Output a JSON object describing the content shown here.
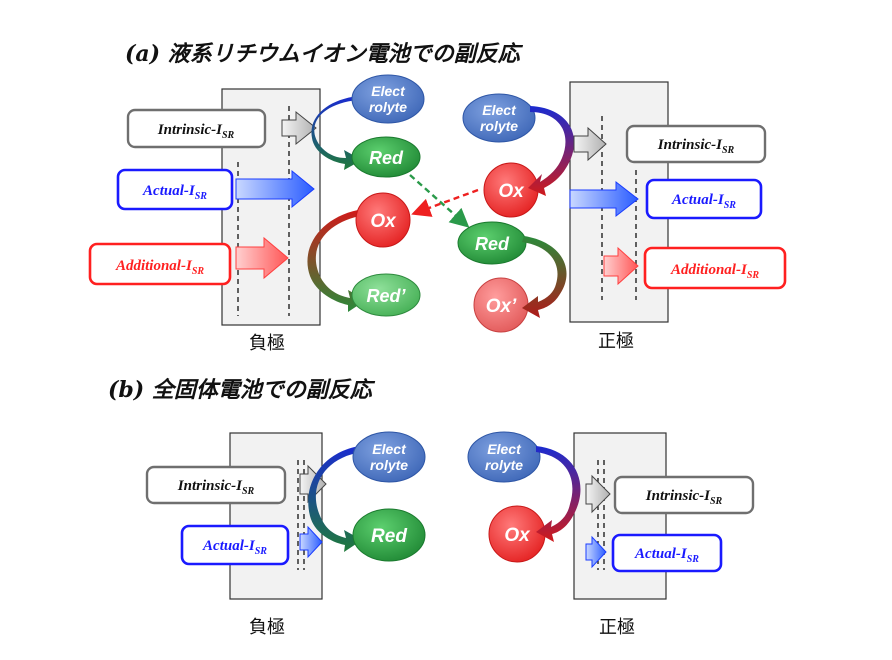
{
  "section_a": {
    "title": "(a) 液系リチウムイオン電池での副反応",
    "neg": {
      "label": "負極",
      "intrinsic": {
        "main": "Intrinsic-I",
        "sub": "SR"
      },
      "actual": {
        "main": "Actual-I",
        "sub": "SR"
      },
      "additional": {
        "main": "Additional-I",
        "sub": "SR"
      },
      "electrolyte_line1": "Elect",
      "electrolyte_line2": "rolyte",
      "red": "Red",
      "ox": "Ox",
      "red_prime": "Red’"
    },
    "pos": {
      "label": "正極",
      "intrinsic": {
        "main": "Intrinsic-I",
        "sub": "SR"
      },
      "actual": {
        "main": "Actual-I",
        "sub": "SR"
      },
      "additional": {
        "main": "Additional-I",
        "sub": "SR"
      },
      "electrolyte_line1": "Elect",
      "electrolyte_line2": "rolyte",
      "ox": "Ox",
      "red": "Red",
      "ox_prime": "Ox’"
    }
  },
  "section_b": {
    "title": "(b) 全固体電池での副反応",
    "neg": {
      "label": "負極",
      "intrinsic": {
        "main": "Intrinsic-I",
        "sub": "SR"
      },
      "actual": {
        "main": "Actual-I",
        "sub": "SR"
      },
      "electrolyte_line1": "Elect",
      "electrolyte_line2": "rolyte",
      "red": "Red"
    },
    "pos": {
      "label": "正極",
      "intrinsic": {
        "main": "Intrinsic-I",
        "sub": "SR"
      },
      "actual": {
        "main": "Actual-I",
        "sub": "SR"
      },
      "electrolyte_line1": "Elect",
      "electrolyte_line2": "rolyte",
      "ox": "Ox"
    }
  },
  "colors": {
    "intrinsic_border": "#6f6f6f",
    "actual": "#1a1aff",
    "additional": "#ff2020",
    "electrolyte": "#4a74c4",
    "red_species": "#2ea043",
    "ox_species": "#ee3030",
    "electrode_fill": "#f2f2f2"
  }
}
